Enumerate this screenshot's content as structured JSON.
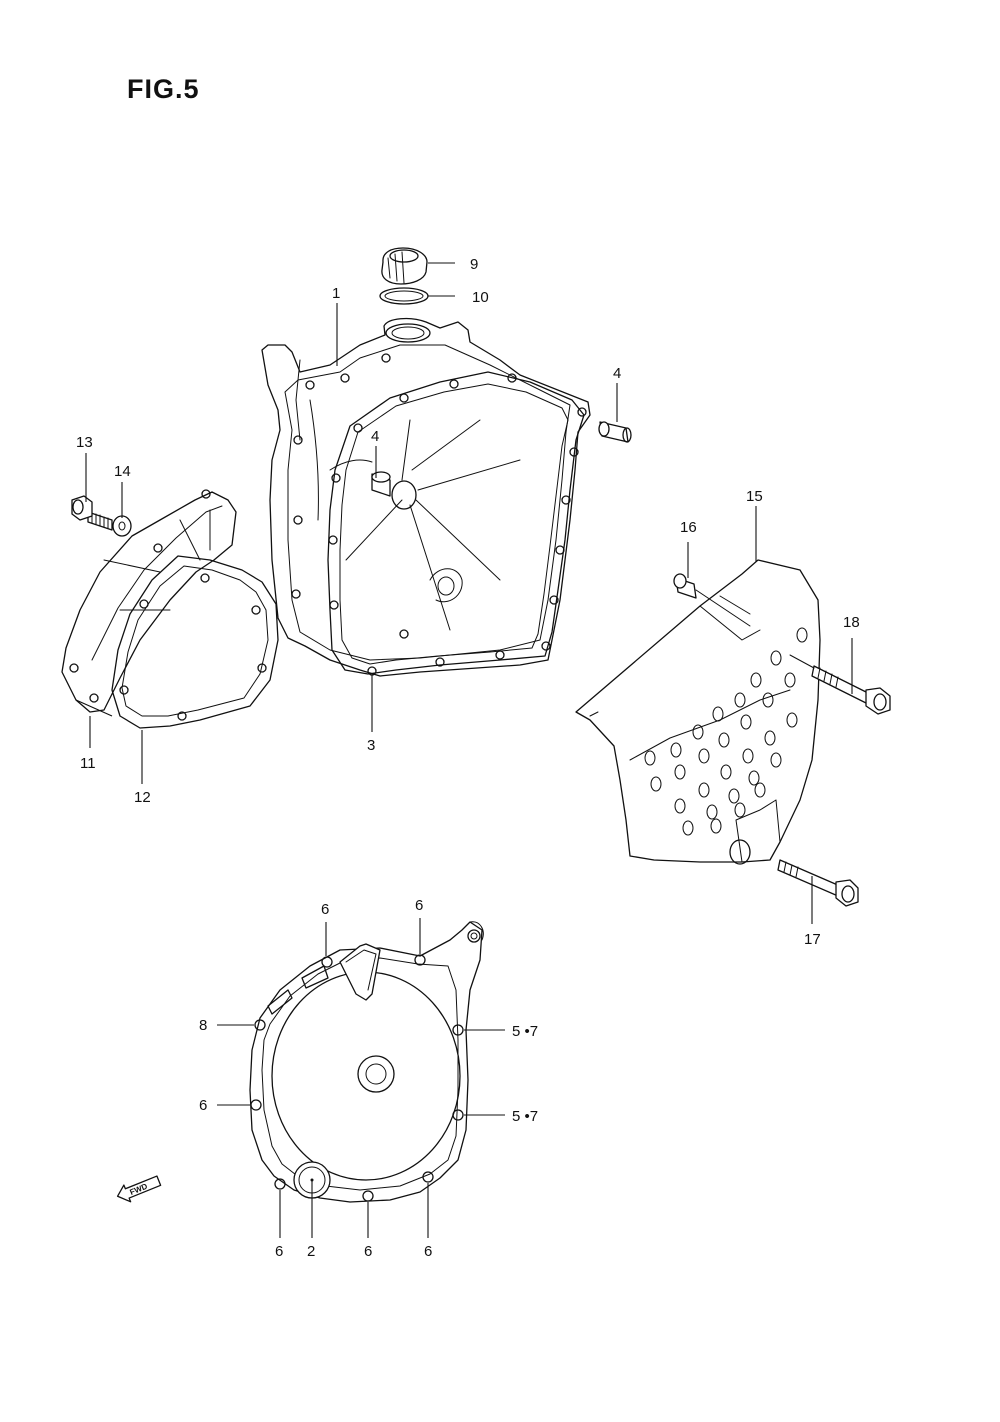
{
  "figure_title": "FIG.5",
  "fwd_label": "FWD",
  "callouts": {
    "c1": "1",
    "c2": "2",
    "c3": "3",
    "c4a": "4",
    "c4b": "4",
    "c5_7a": "5 •7",
    "c5_7b": "5 •7",
    "c6a": "6",
    "c6b": "6",
    "c6c": "6",
    "c6d": "6",
    "c6e": "6",
    "c6f": "6",
    "c8": "8",
    "c9": "9",
    "c10": "10",
    "c11": "11",
    "c12": "12",
    "c13": "13",
    "c14": "14",
    "c15": "15",
    "c16": "16",
    "c17": "17",
    "c18": "18"
  }
}
